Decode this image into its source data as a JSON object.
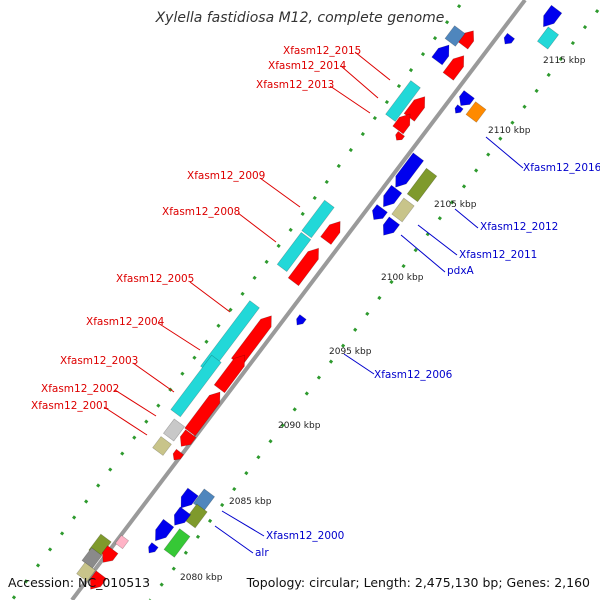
{
  "title": "Xylella fastidiosa M12, complete genome",
  "accession": "Accession: NC_010513",
  "summary": "Topology: circular; Length: 2,475,130 bp; Genes: 2,160",
  "colors": {
    "backbone": "#9a9a9a",
    "tick": "#2e9a2e",
    "label_red": "#dd0000",
    "label_blue": "#0000cc",
    "gene_red": "#ff0000",
    "gene_blue": "#0000ee",
    "cyan": "#22d8d8",
    "olive": "#7f9a2c",
    "tan": "#c8c48a",
    "steel": "#4f86bd",
    "orange": "#ff8a00",
    "green": "#36c836"
  },
  "scale_labels": [
    "2080 kbp",
    "2085 kbp",
    "2090 kbp",
    "2095 kbp",
    "2100 kbp",
    "2105 kbp",
    "2110 kbp",
    "2115 kbp"
  ],
  "red_labels": [
    "Xfasm12_2015",
    "Xfasm12_2014",
    "Xfasm12_2013",
    "Xfasm12_2009",
    "Xfasm12_2008",
    "Xfasm12_2005",
    "Xfasm12_2004",
    "Xfasm12_2003",
    "Xfasm12_2002",
    "Xfasm12_2001"
  ],
  "blue_labels": [
    "Xfasm12_2016",
    "Xfasm12_2012",
    "Xfasm12_2011",
    "pdxA",
    "Xfasm12_2006",
    "Xfasm12_2000",
    "alr"
  ]
}
